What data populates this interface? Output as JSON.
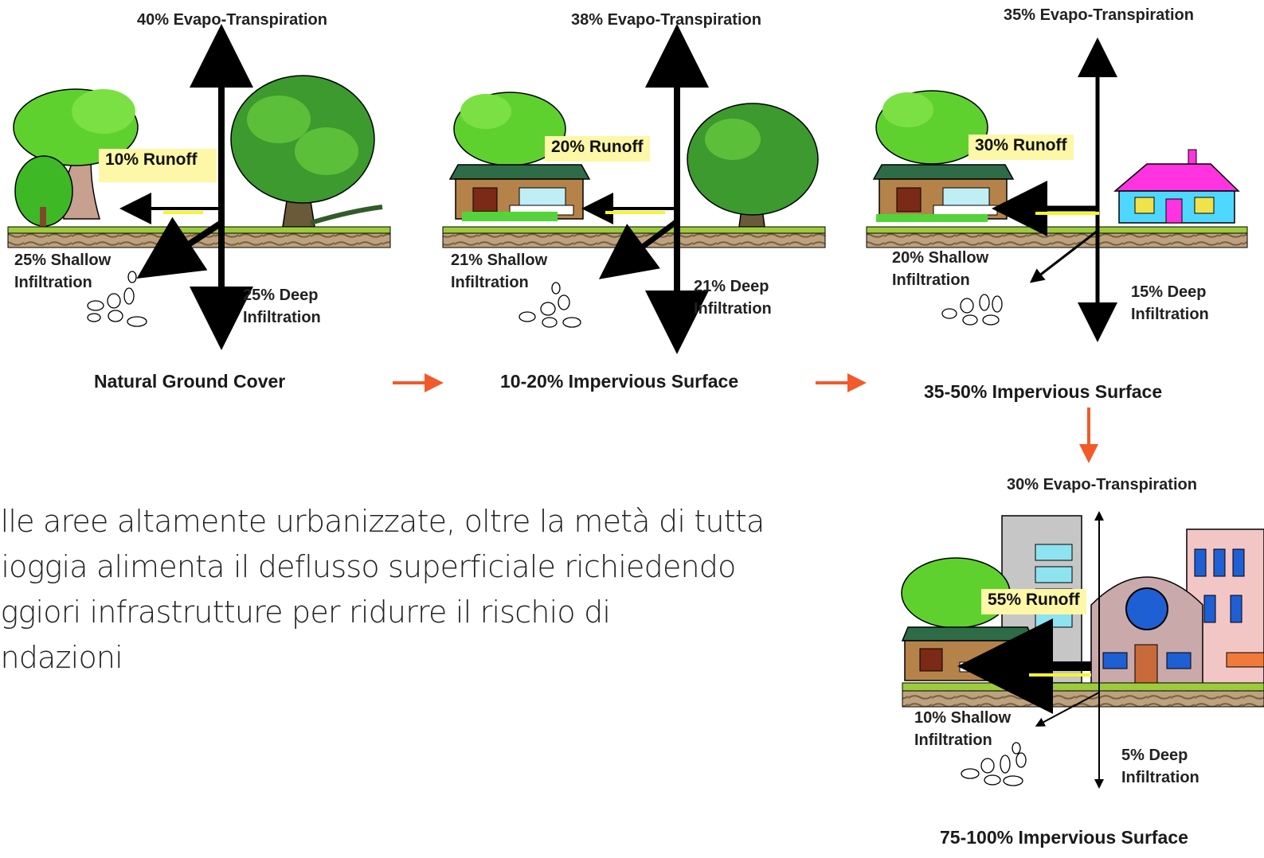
{
  "panels": [
    {
      "evapo": "40% Evapo-Transpiration",
      "runoff": "10% Runoff",
      "shallow": "25% Shallow\nInfiltration",
      "deep": "25% Deep\nInfiltration",
      "caption": "Natural Ground Cover"
    },
    {
      "evapo": "38% Evapo-Transpiration",
      "runoff": "20% Runoff",
      "shallow": "21% Shallow\nInfiltration",
      "deep": "21% Deep\nInfiltration",
      "caption": "10-20% Impervious Surface"
    },
    {
      "evapo": "35% Evapo-Transpiration",
      "runoff": "30% Runoff",
      "shallow": "20% Shallow\nInfiltration",
      "deep": "15% Deep\nInfiltration",
      "caption": "35-50% Impervious Surface"
    },
    {
      "evapo": "30% Evapo-Transpiration",
      "runoff": "55% Runoff",
      "shallow": "10% Shallow\nInfiltration",
      "deep": "5% Deep\nInfiltration",
      "caption": "75-100% Impervious Surface"
    }
  ],
  "paragraph": "elle aree altamente urbanizzate, oltre la metà di tutta\npioggia alimenta il deflusso superficiale richiedendo\naggiori  infrastrutture per ridurre il rischio di\nondazioni",
  "colors": {
    "arrow_flow": "#f25a2a",
    "runoff_box": "#fdf7a8",
    "grass": "#9ccc3c",
    "soil": "#b59b7a",
    "tree_green": "#5fd12e",
    "roof_green": "#2e6b47",
    "house_pink": "#ff33e0",
    "house_cyan": "#4fd8ff"
  },
  "icons": [
    "tree-icon",
    "house-icon",
    "building-icon",
    "pebbles-icon"
  ]
}
